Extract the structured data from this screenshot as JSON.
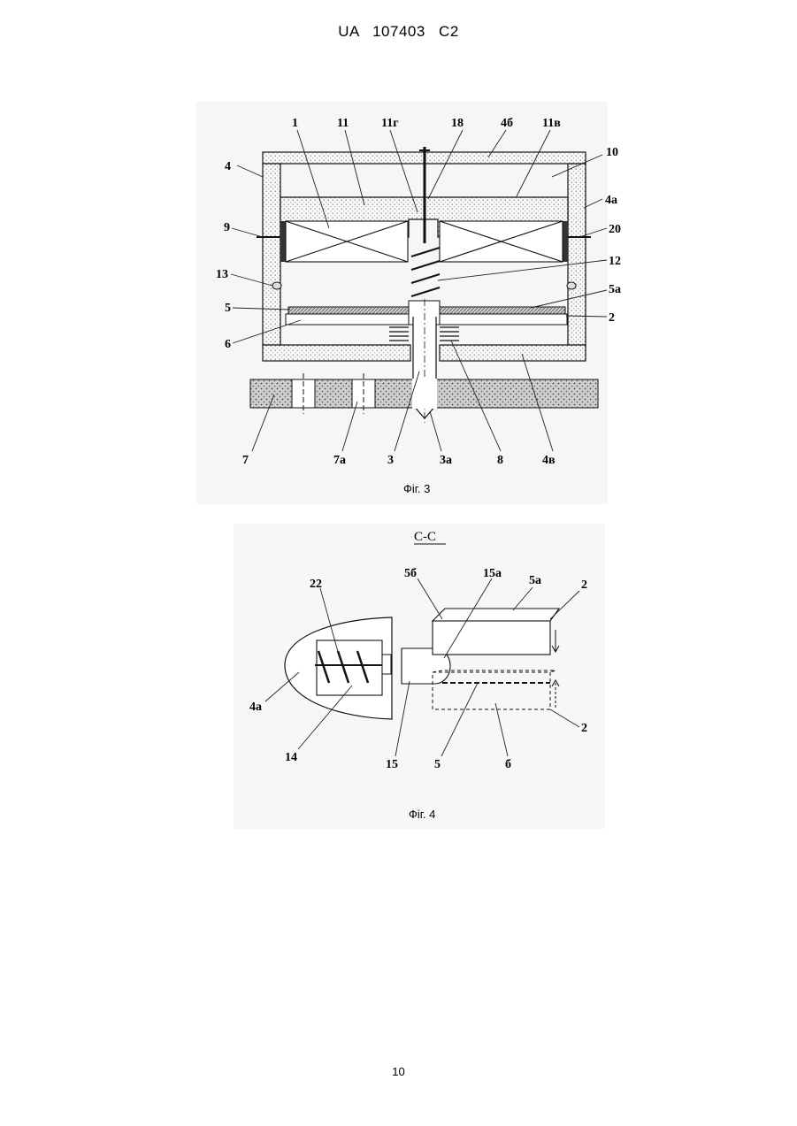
{
  "header": {
    "patent_number": "UA   107403   C2"
  },
  "figure3": {
    "caption": "Фіг. 3",
    "labels": {
      "l1": "1",
      "l11": "11",
      "l11g": "11г",
      "l18": "18",
      "l4b": "4б",
      "l11v": "11в",
      "l10": "10",
      "l4": "4",
      "l4a": "4а",
      "l9": "9",
      "l20": "20",
      "l12": "12",
      "l13": "13",
      "l5a": "5а",
      "l5": "5",
      "l2": "2",
      "l6": "6",
      "l7": "7",
      "l7a": "7а",
      "l3": "3",
      "l3a": "3а",
      "l8": "8",
      "l4v": "4в"
    }
  },
  "figure4": {
    "section": "С-С",
    "caption": "Фіг. 4",
    "labels": {
      "l22": "22",
      "l5b": "5б",
      "l15a": "15а",
      "l5a": "5а",
      "l2top": "2",
      "l4a": "4а",
      "l14": "14",
      "l15": "15",
      "l5": "5",
      "l6": "б",
      "l2bot": "2"
    }
  },
  "footer": {
    "page_number": "10"
  }
}
